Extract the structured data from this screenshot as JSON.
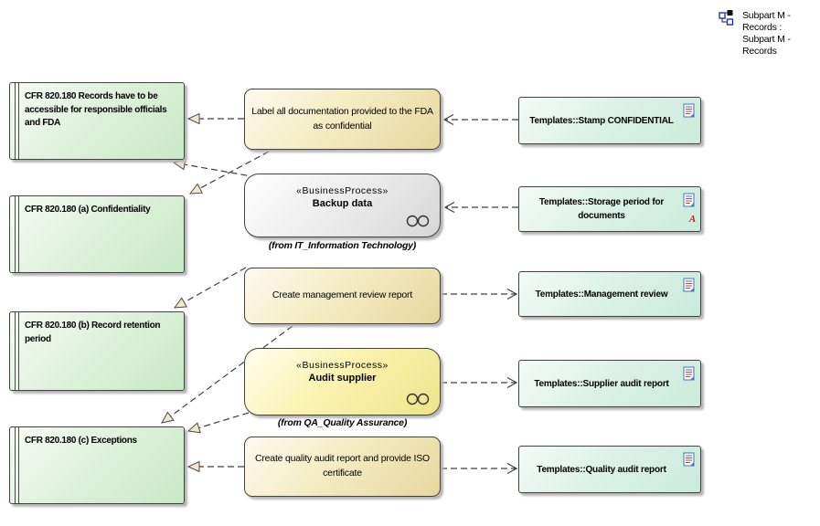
{
  "note": {
    "text": "Subpart M - Records : Subpart M - Records"
  },
  "requirements": [
    {
      "label": "CFR 820.180 Records have to be accessible for responsible officials and FDA"
    },
    {
      "label": "CFR 820.180 (a) Confidentiality"
    },
    {
      "label": "CFR 820.180 (b) Record retention period"
    },
    {
      "label": "CFR 820.180 (c) Exceptions"
    }
  ],
  "activities": [
    {
      "label": "Label all documentation provided to the FDA as confidential"
    },
    {
      "stereotype": "«BusinessProcess»",
      "name": "Backup data",
      "from": "(from IT_Information Technology)"
    },
    {
      "label": "Create management review report"
    },
    {
      "stereotype": "«BusinessProcess»",
      "name": "Audit supplier",
      "from": "(from QA_Quality Assurance)"
    },
    {
      "label": "Create quality audit report and provide ISO certificate"
    }
  ],
  "templates": [
    {
      "label": "Templates::Stamp CONFIDENTIAL"
    },
    {
      "label": "Templates::Storage period for documents",
      "marker": "A"
    },
    {
      "label": "Templates::Management review"
    },
    {
      "label": "Templates::Supplier audit report"
    },
    {
      "label": "Templates::Quality audit report"
    }
  ],
  "colors": {
    "requirement_fill": "#c7e9c4",
    "activity_fill": "#e7d79d",
    "business_process_gray": "#d6d6d6",
    "business_process_yellow": "#efe48a",
    "template_fill": "#c9ebdb",
    "marker_red": "#c4231f",
    "connector": "#3f3f3f",
    "realize_arrow_fill": "#f3e6cf"
  }
}
